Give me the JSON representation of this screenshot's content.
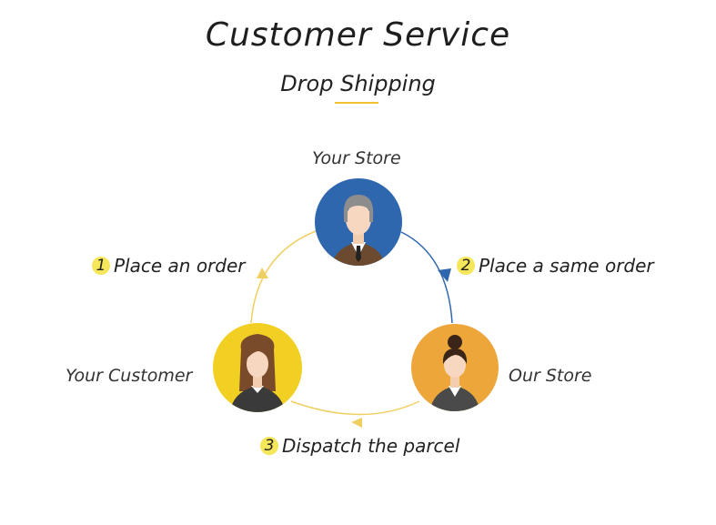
{
  "header": {
    "title": "Customer Service",
    "subtitle": "Drop Shipping",
    "accent_color": "#f2c230"
  },
  "nodes": {
    "your_store": {
      "label": "Your Store",
      "color": "#2f67ae",
      "icon": "businessman-avatar-icon"
    },
    "your_customer": {
      "label": "Your Customer",
      "color": "#f1d023",
      "icon": "woman-avatar-icon"
    },
    "our_store": {
      "label": "Our Store",
      "color": "#eca63a",
      "icon": "businesswoman-avatar-icon"
    }
  },
  "steps": [
    {
      "number": "1",
      "label": "Place an order"
    },
    {
      "number": "2",
      "label": "Place a same order"
    },
    {
      "number": "3",
      "label": "Dispatch the parcel"
    }
  ],
  "arrow_colors": {
    "blue": "#2f67ae",
    "yellow": "#f0cf62"
  }
}
